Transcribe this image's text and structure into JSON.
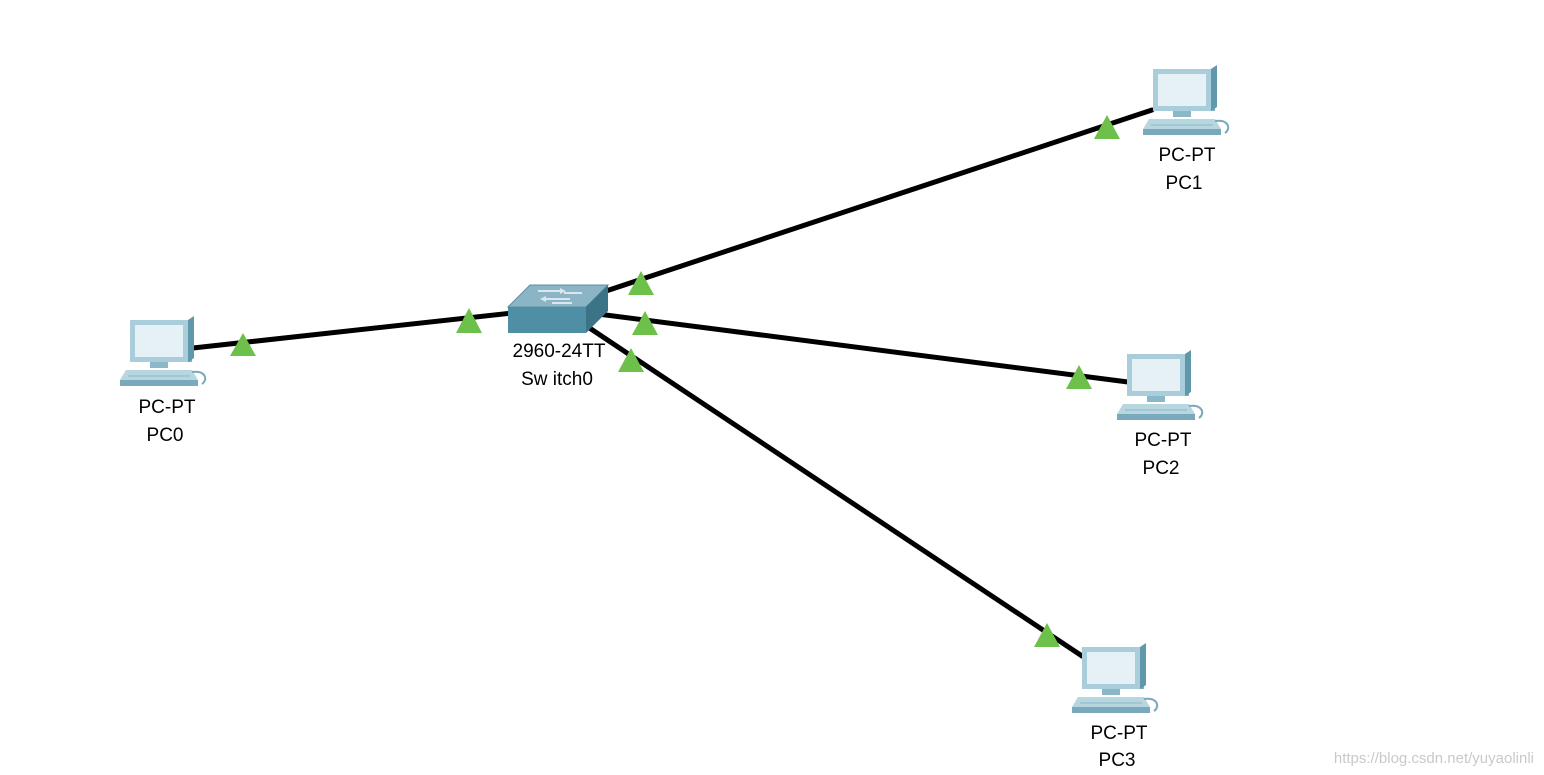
{
  "colors": {
    "cable": "#000000",
    "link_up": "#6dc04a",
    "switch_top": "#8bb4c4",
    "switch_front": "#4f8fa5",
    "pc_body": "#a9cdda",
    "pc_screen": "#e6f1f5"
  },
  "devices": {
    "switch0": {
      "model": "2960-24TT",
      "name": "Sw itch0",
      "icon": "switch-icon"
    },
    "pc0": {
      "model": "PC-PT",
      "name": "PC0",
      "icon": "pc-icon"
    },
    "pc1": {
      "model": "PC-PT",
      "name": "PC1",
      "icon": "pc-icon"
    },
    "pc2": {
      "model": "PC-PT",
      "name": "PC2",
      "icon": "pc-icon"
    },
    "pc3": {
      "model": "PC-PT",
      "name": "PC3",
      "icon": "pc-icon"
    }
  },
  "links": [
    {
      "from": "pc0",
      "to": "switch0",
      "status": "up"
    },
    {
      "from": "switch0",
      "to": "pc1",
      "status": "up"
    },
    {
      "from": "switch0",
      "to": "pc2",
      "status": "up"
    },
    {
      "from": "switch0",
      "to": "pc3",
      "status": "up"
    }
  ],
  "watermark": "https://blog.csdn.net/yuyaolinli"
}
